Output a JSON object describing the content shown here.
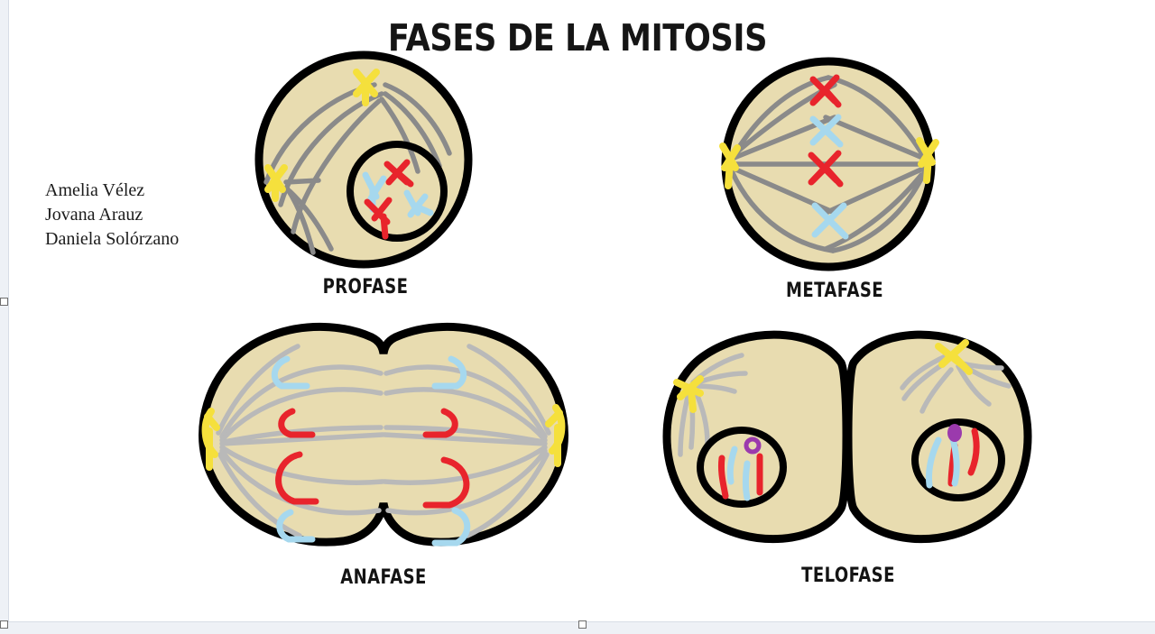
{
  "document": {
    "title": "FASES DE LA MITOSIS",
    "background_color": "#ffffff",
    "canvas_edge_color": "#eef1f6"
  },
  "authors": {
    "line1": "Amelia Vélez",
    "line2": "Jovana Arauz",
    "line3": "Daniela Solórzano"
  },
  "palette": {
    "cell_fill": "#e8dcb0",
    "cell_outline": "#000000",
    "chromosome_red": "#e8242c",
    "chromosome_blue": "#a6d8ee",
    "centrosome_yellow": "#f5e03c",
    "spindle_gray_dark": "#8a8a8a",
    "spindle_gray_light": "#b9b9b9",
    "nucleolus_purple": "#9b3aad",
    "title_color": "#151515"
  },
  "phases": [
    {
      "id": "profase",
      "label": "PROFASE",
      "order": 1,
      "cell_shape": "single-circle",
      "nucleus_count": 1,
      "centrosome_count": 2,
      "chromosomes": [
        {
          "color": "red",
          "shape": "x",
          "location": "nucleus"
        },
        {
          "color": "red",
          "shape": "x",
          "location": "nucleus"
        },
        {
          "color": "blue",
          "shape": "x",
          "location": "nucleus"
        },
        {
          "color": "blue",
          "shape": "x",
          "location": "nucleus"
        }
      ],
      "nucleolus": false
    },
    {
      "id": "metafase",
      "label": "METAFASE",
      "order": 2,
      "cell_shape": "single-circle",
      "nucleus_count": 0,
      "centrosome_count": 2,
      "chromosomes": [
        {
          "color": "red",
          "shape": "x",
          "location": "equator-top"
        },
        {
          "color": "blue",
          "shape": "x",
          "location": "equator-upper-mid"
        },
        {
          "color": "red",
          "shape": "x",
          "location": "equator-mid"
        },
        {
          "color": "blue",
          "shape": "x",
          "location": "equator-bottom"
        }
      ],
      "nucleolus": false
    },
    {
      "id": "anafase",
      "label": "ANAFASE",
      "order": 3,
      "cell_shape": "dumbbell-furrowed",
      "nucleus_count": 0,
      "centrosome_count": 2,
      "chromosomes": [
        {
          "color": "blue",
          "shape": "v",
          "location": "left-top"
        },
        {
          "color": "red",
          "shape": "v",
          "location": "left-upper-mid"
        },
        {
          "color": "red",
          "shape": "c",
          "location": "left-lower-mid"
        },
        {
          "color": "blue",
          "shape": "c",
          "location": "left-bottom"
        },
        {
          "color": "blue",
          "shape": "v",
          "location": "right-top"
        },
        {
          "color": "red",
          "shape": "v",
          "location": "right-upper-mid"
        },
        {
          "color": "red",
          "shape": "c",
          "location": "right-lower-mid"
        },
        {
          "color": "blue",
          "shape": "c",
          "location": "right-bottom"
        }
      ],
      "nucleolus": false
    },
    {
      "id": "telofase",
      "label": "TELOFASE",
      "order": 4,
      "cell_shape": "two-daughter-cells",
      "nucleus_count": 2,
      "centrosome_count": 2,
      "chromosomes": [
        {
          "color": "red",
          "shape": "rod",
          "location": "left-nucleus"
        },
        {
          "color": "blue",
          "shape": "rod",
          "location": "left-nucleus"
        },
        {
          "color": "blue",
          "shape": "rod",
          "location": "left-nucleus"
        },
        {
          "color": "red",
          "shape": "rod",
          "location": "left-nucleus"
        },
        {
          "color": "blue",
          "shape": "rod",
          "location": "right-nucleus"
        },
        {
          "color": "red",
          "shape": "rod",
          "location": "right-nucleus"
        },
        {
          "color": "blue",
          "shape": "rod",
          "location": "right-nucleus"
        },
        {
          "color": "red",
          "shape": "rod",
          "location": "right-nucleus"
        }
      ],
      "nucleolus": true
    }
  ]
}
